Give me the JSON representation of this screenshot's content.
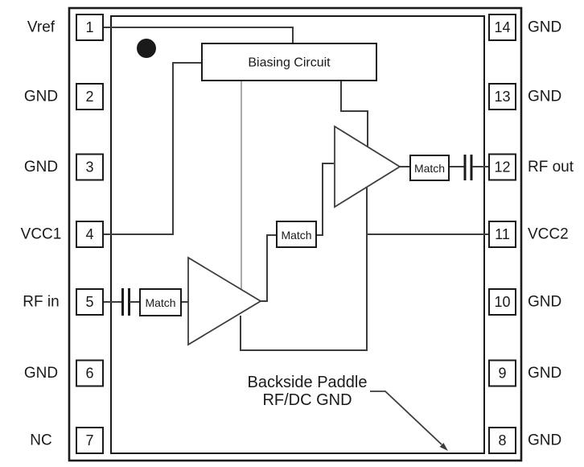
{
  "pins": {
    "left": [
      {
        "number": "1",
        "label": "Vref"
      },
      {
        "number": "2",
        "label": "GND"
      },
      {
        "number": "3",
        "label": "GND"
      },
      {
        "number": "4",
        "label": "VCC1"
      },
      {
        "number": "5",
        "label": "RF in"
      },
      {
        "number": "6",
        "label": "GND"
      },
      {
        "number": "7",
        "label": "NC"
      }
    ],
    "right": [
      {
        "number": "14",
        "label": "GND"
      },
      {
        "number": "13",
        "label": "GND"
      },
      {
        "number": "12",
        "label": "RF out"
      },
      {
        "number": "11",
        "label": "VCC2"
      },
      {
        "number": "10",
        "label": "GND"
      },
      {
        "number": "9",
        "label": "GND"
      },
      {
        "number": "8",
        "label": "GND"
      }
    ]
  },
  "blocks": {
    "biasing_label": "Biasing Circuit",
    "match_label": "Match"
  },
  "annotation": {
    "line1": "Backside Paddle",
    "line2": "RF/DC GND"
  },
  "colors": {
    "ink": "#1a1a1a",
    "wire": "#3d3d3d",
    "bias_feed": "#a9a9a9",
    "background": "#ffffff"
  }
}
